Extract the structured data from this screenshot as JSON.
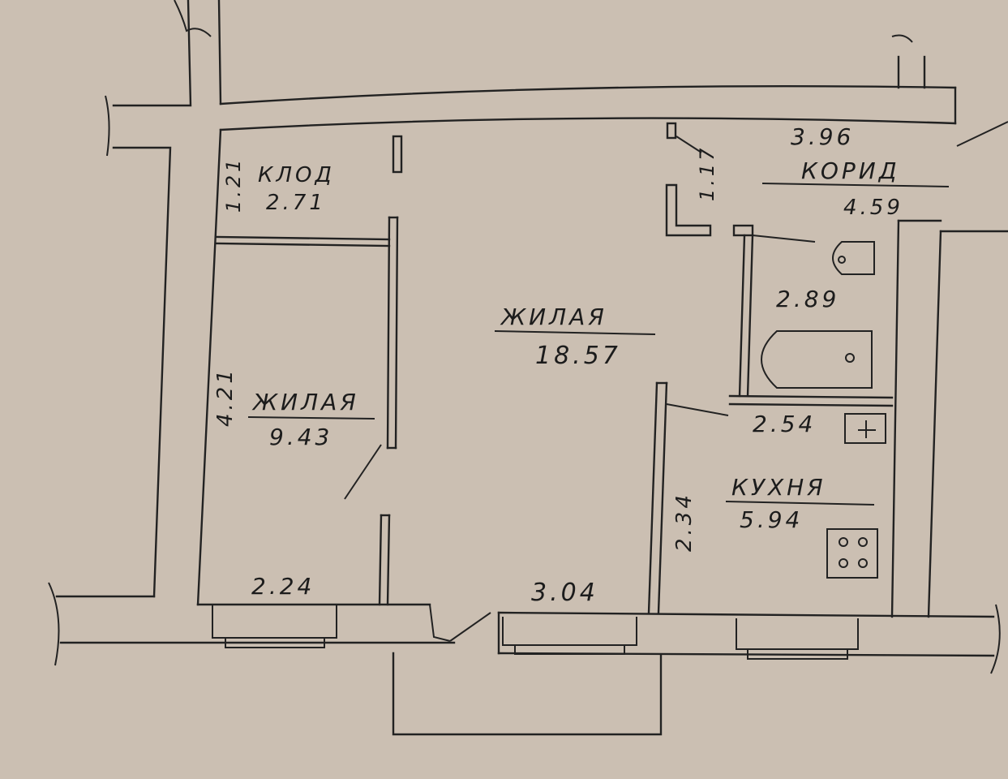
{
  "plan": {
    "paper_color": "#cbbfb2",
    "ink_color": "#222222",
    "labels": {
      "storage_name": "КЛОД",
      "storage_area": "2.71",
      "storage_width": "1.21",
      "corridor_name": "КОРИД",
      "corridor_length": "3.96",
      "corridor_area": "4.59",
      "corridor_width": "1.17",
      "bathroom_area": "2.89",
      "living_large_name": "ЖИЛАЯ",
      "living_large_area": "18.57",
      "living_small_name": "ЖИЛАЯ",
      "living_small_area": "9.43",
      "living_small_length": "4.21",
      "living_small_width": "2.24",
      "living_large_width": "3.04",
      "kitchen_name": "КУХНЯ",
      "kitchen_area": "5.94",
      "kitchen_length": "2.54",
      "kitchen_width": "2.34"
    }
  }
}
